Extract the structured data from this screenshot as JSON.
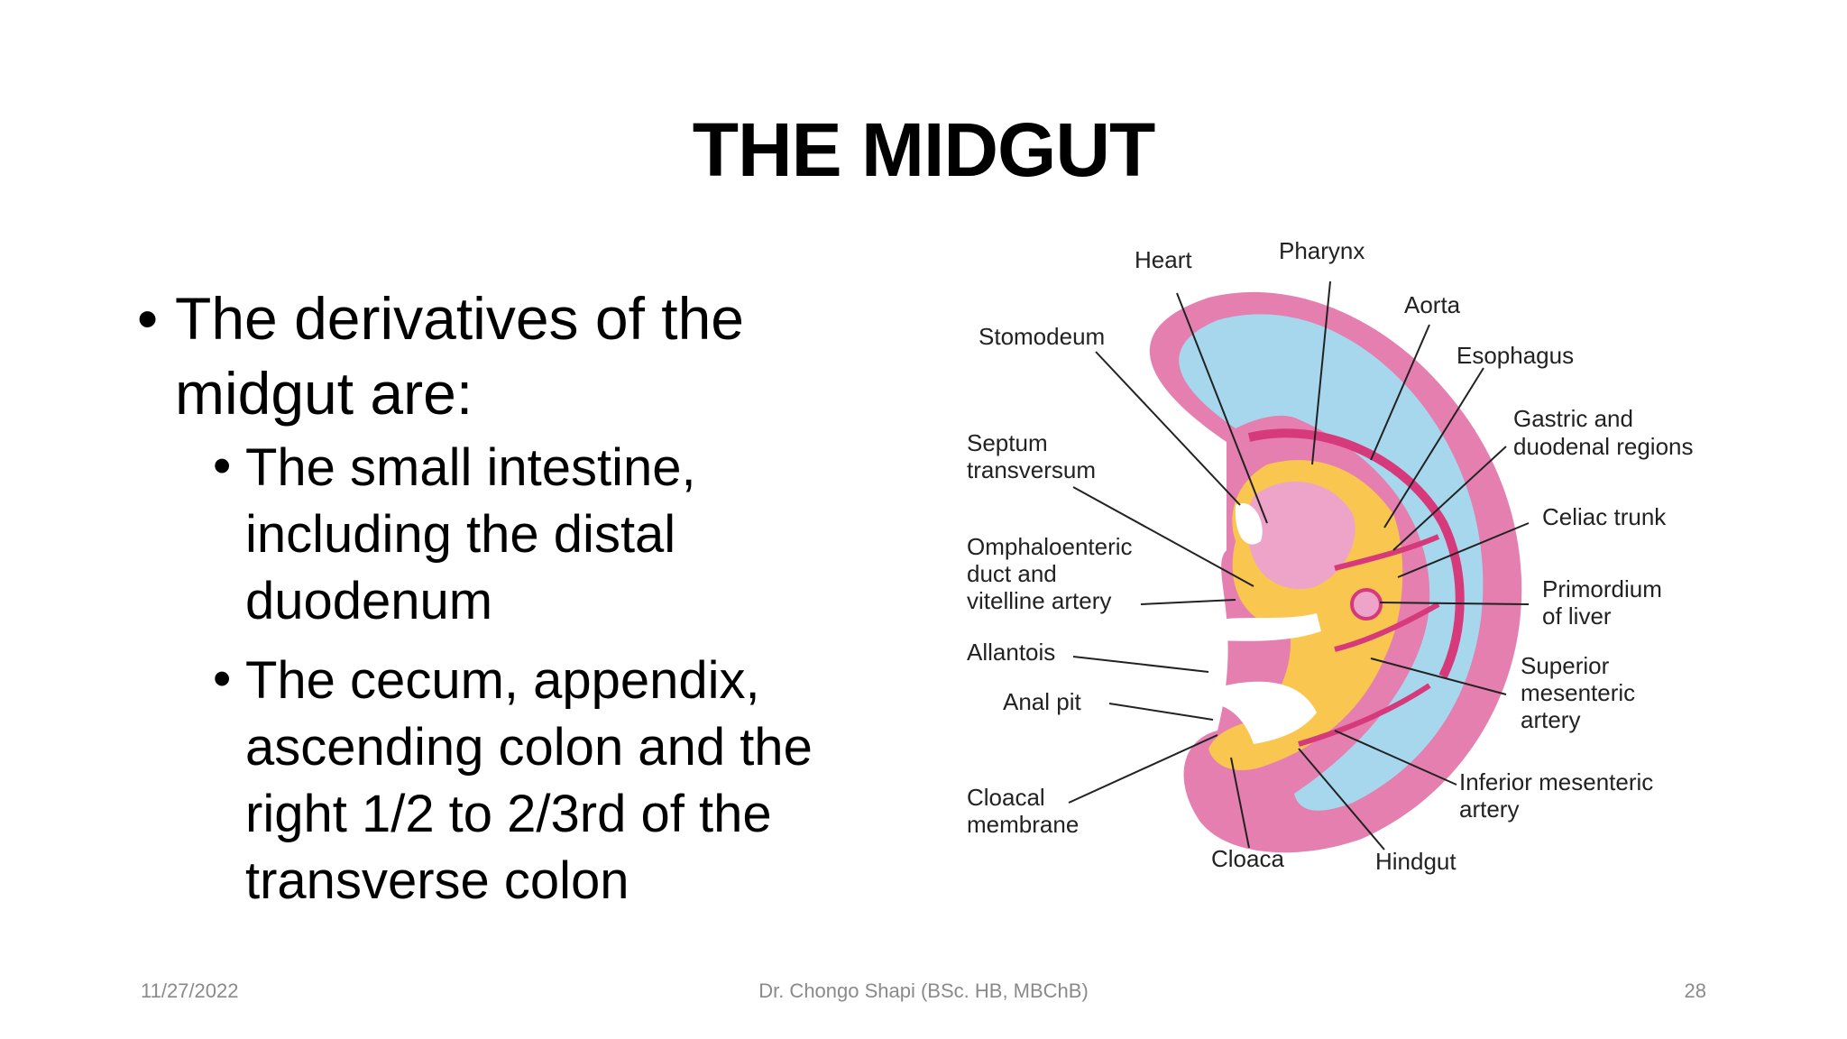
{
  "slide": {
    "title": "THE MIDGUT",
    "bullet_main": "The derivatives of the midgut are:",
    "bullet_main_line1": "The derivatives of the",
    "bullet_main_line2": "midgut are:",
    "sub_bullets": [
      {
        "text": "The small intestine, including the distal duodenum",
        "lines": [
          "The small intestine,",
          "including the distal",
          "duodenum"
        ]
      },
      {
        "text": "The cecum, appendix, ascending colon and the right 1/2 to 2/3rd of the transverse colon",
        "lines": [
          "The cecum, appendix,",
          "ascending colon and the",
          "right 1/2 to 2/3rd of the",
          "transverse colon"
        ]
      }
    ]
  },
  "diagram": {
    "labels": {
      "heart": "Heart",
      "pharynx": "Pharynx",
      "aorta": "Aorta",
      "stomodeum": "Stomodeum",
      "esophagus": "Esophagus",
      "gastric_1": "Gastric and",
      "gastric_2": "duodenal regions",
      "septum_1": "Septum",
      "septum_2": "transversum",
      "celiac": "Celiac trunk",
      "omph_1": "Omphaloenteric",
      "omph_2": "duct and",
      "omph_3": "vitelline artery",
      "prim_1": "Primordium",
      "prim_2": "of liver",
      "allantois": "Allantois",
      "sma_1": "Superior",
      "sma_2": "mesenteric",
      "sma_3": "artery",
      "anal_pit": "Anal pit",
      "ima_1": "Inferior mesenteric",
      "ima_2": "artery",
      "cloacal_1": "Cloacal",
      "cloacal_2": "membrane",
      "cloaca": "Cloaca",
      "hindgut": "Hindgut"
    },
    "colors": {
      "ectoderm": "#e57fb0",
      "amnion_cavity": "#a7d7ec",
      "endoderm_gut": "#f9c74f",
      "vessels": "#d63a7a",
      "line": "#222222"
    }
  },
  "footer": {
    "date": "11/27/2022",
    "author": "Dr. Chongo Shapi (BSc. HB, MBChB)",
    "page": "28"
  }
}
